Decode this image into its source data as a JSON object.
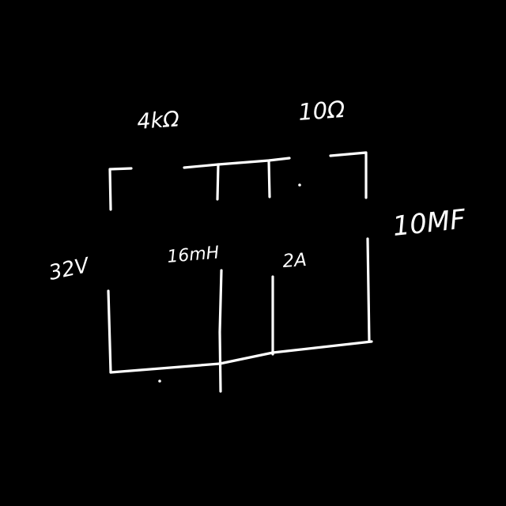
{
  "diagram": {
    "background": "#000000",
    "ink_color": "#ffffff",
    "labels": {
      "voltage_source": "32V",
      "resistor_left": "4kΩ",
      "resistor_right": "10Ω",
      "inductor": "16mH",
      "current_source": "2A",
      "capacitor": "10MF"
    }
  }
}
